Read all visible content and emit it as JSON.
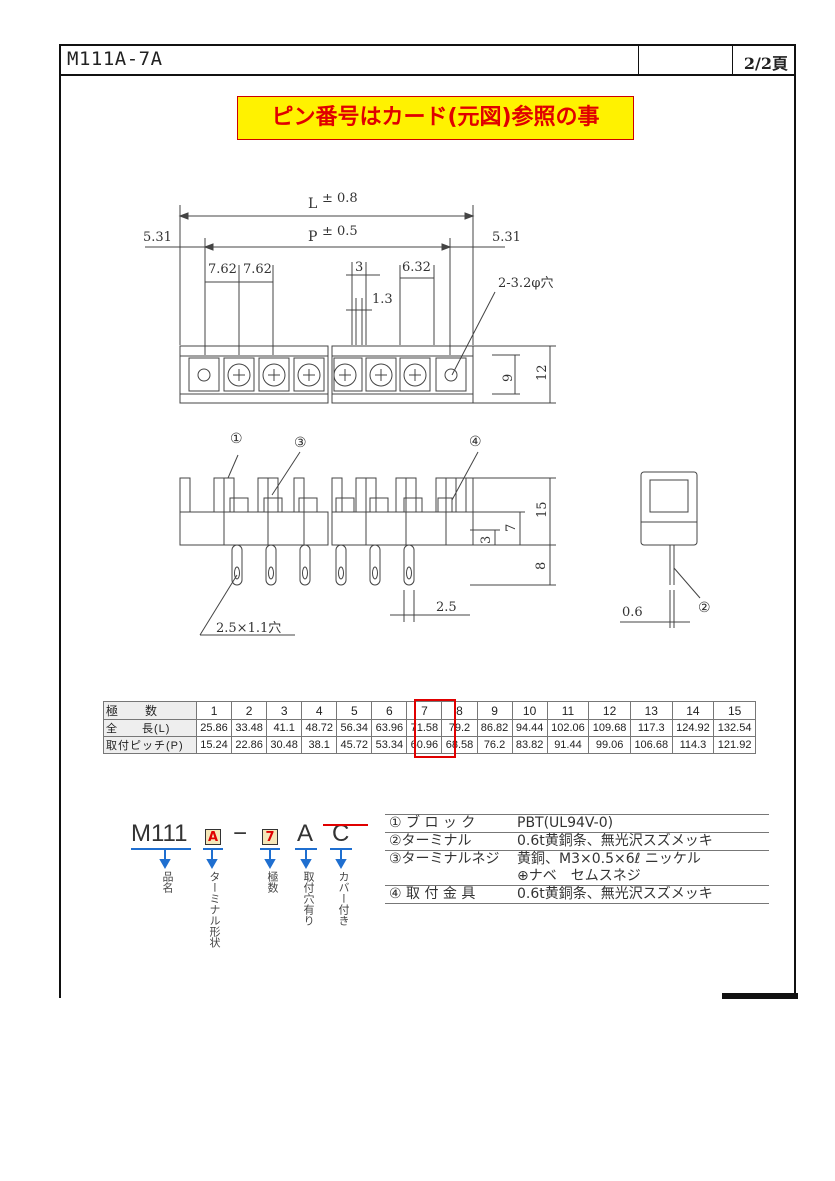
{
  "header": {
    "title": "M111A-7A",
    "page": "2/2頁"
  },
  "notice": "ピン番号はカード(元図)参照の事",
  "dims": {
    "L": "L",
    "L_tol": "± 0.8",
    "P": "P",
    "P_tol": "± 0.5",
    "end_left": "5.31",
    "end_right": "5.31",
    "pitch1": "7.62",
    "pitch2": "7.62",
    "d3": "3",
    "d632": "6.32",
    "d13": "1.3",
    "hole": "2-3.2φ穴",
    "h9": "9",
    "h12": "12",
    "h15": "15",
    "h7": "7",
    "h3": "3",
    "h8": "8",
    "d25": "2.5",
    "slot": "2.5×1.1穴",
    "d06": "0.6",
    "c1": "①",
    "c2": "②",
    "c3": "③",
    "c4": "④"
  },
  "spec_table": {
    "rows": [
      [
        "極　　数",
        "1",
        "2",
        "3",
        "4",
        "5",
        "6",
        "7",
        "8",
        "9",
        "10",
        "11",
        "12",
        "13",
        "14",
        "15"
      ],
      [
        "全　　長(L)",
        "25.86",
        "33.48",
        "41.1",
        "48.72",
        "56.34",
        "63.96",
        "71.58",
        "79.2",
        "86.82",
        "94.44",
        "102.06",
        "109.68",
        "117.3",
        "124.92",
        "132.54"
      ],
      [
        "取付ピッチ(P)",
        "15.24",
        "22.86",
        "30.48",
        "38.1",
        "45.72",
        "53.34",
        "60.96",
        "68.58",
        "76.2",
        "83.82",
        "91.44",
        "99.06",
        "106.68",
        "114.3",
        "121.92"
      ]
    ],
    "highlight_pole": "7"
  },
  "part_number": {
    "base": "M111",
    "box1": "A",
    "dash": "−",
    "box2": "7",
    "a": "A",
    "c": "C",
    "labels": {
      "base": "品名",
      "box1": "ターミナル形状",
      "box2": "極数",
      "a": "取付穴有り",
      "c": "カバー付き"
    }
  },
  "parts": [
    {
      "key": "① ブ ロ ッ ク",
      "val": "PBT(UL94V-0)"
    },
    {
      "key": "②ターミナル",
      "val": "0.6t黄銅条、無光沢スズメッキ"
    },
    {
      "key": "③ターミナルネジ",
      "val": "黄銅、M3×0.5×6ℓ ニッケル",
      "val2": "⊕ナベ　セムスネジ"
    },
    {
      "key": "④ 取 付 金 具",
      "val": "0.6t黄銅条、無光沢スズメッキ"
    }
  ],
  "colors": {
    "highlight": "#e00000",
    "notice_bg": "#fff200",
    "arrow": "#1f6fd0"
  }
}
